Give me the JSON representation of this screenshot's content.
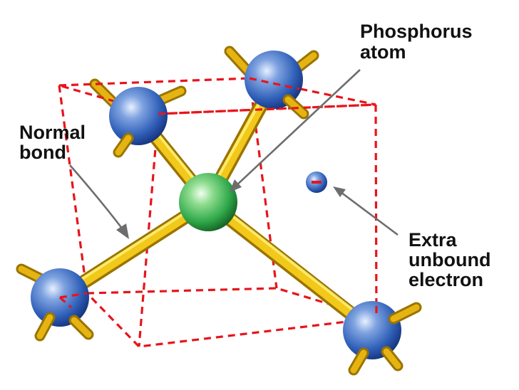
{
  "labels": {
    "phosphorus_line1": "Phosphorus",
    "phosphorus_line2": "atom",
    "normal_line1": "Normal",
    "normal_line2": "bond",
    "extra_line1": "Extra",
    "extra_line2": "unbound",
    "extra_line3": "electron"
  },
  "colors": {
    "cube_edges": "#e8141b",
    "bond": "#f2c81a",
    "silicon_atom": "#2f5fb8",
    "phosphorus_atom": "#2fa84a",
    "electron": "#2f5fb8",
    "arrow": "#6d6d6d"
  },
  "icons": {
    "electron_sign": "minus-sign"
  }
}
